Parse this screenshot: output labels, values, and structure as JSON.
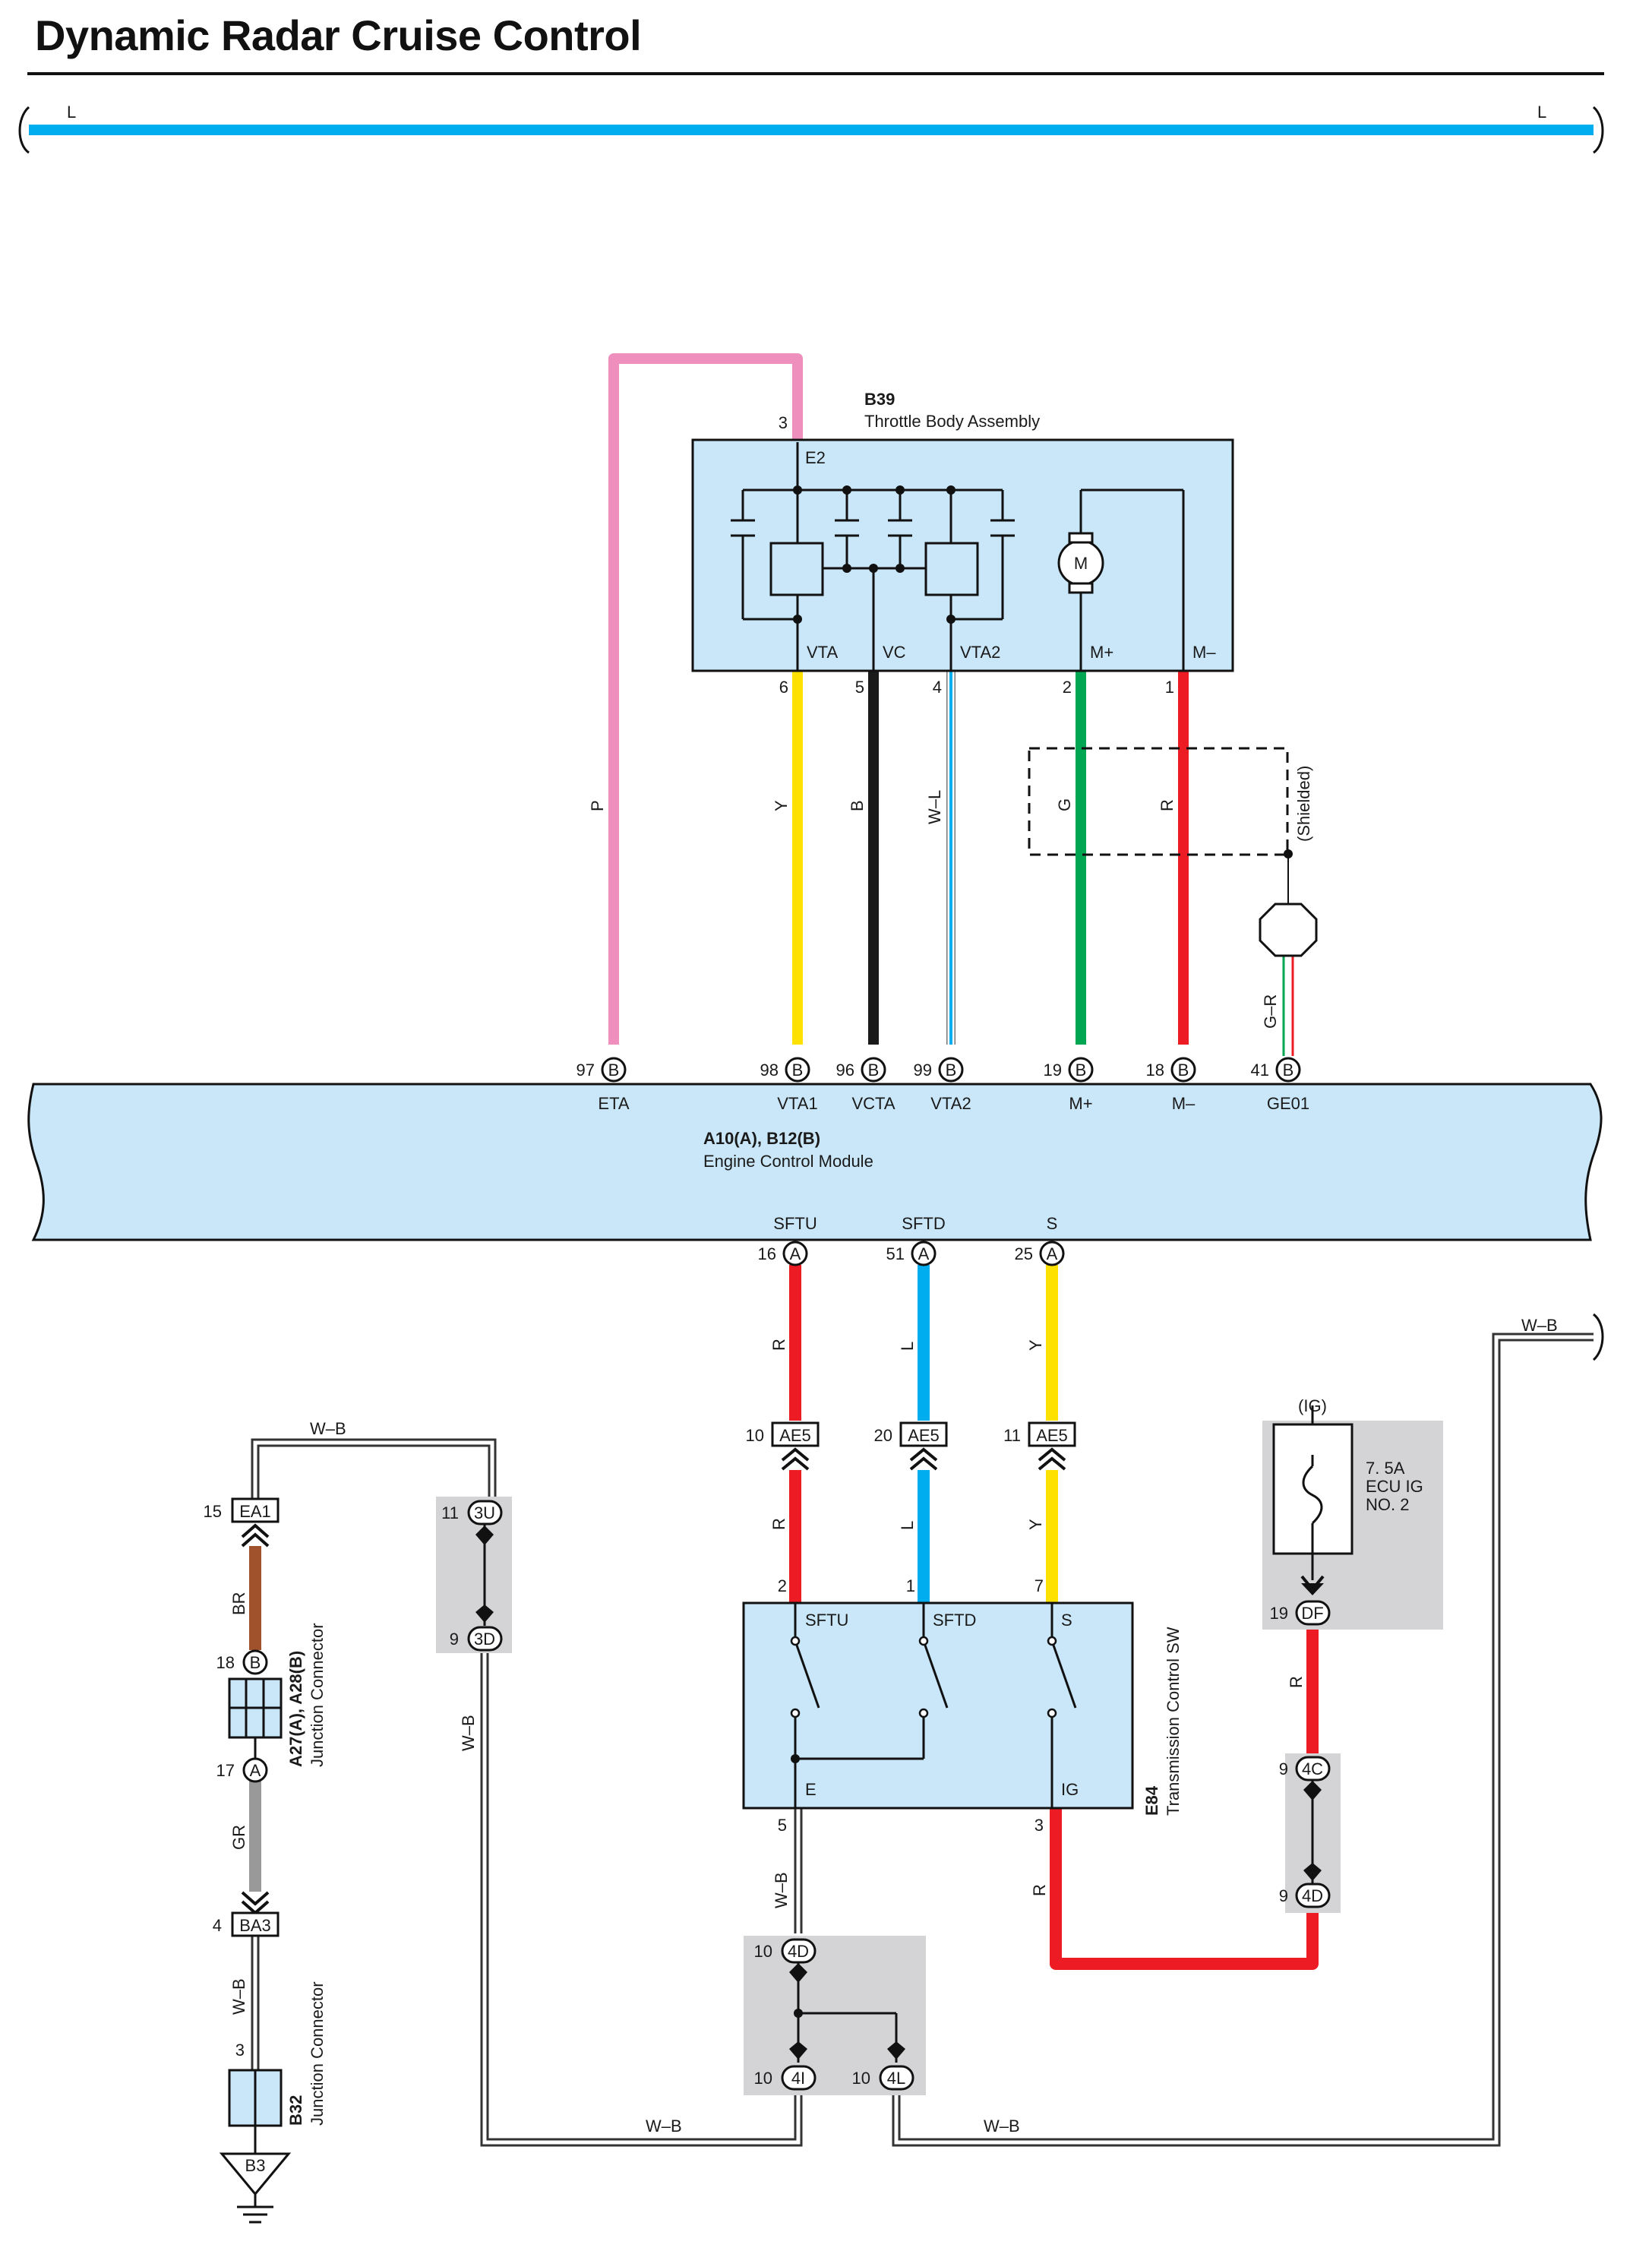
{
  "title": "Dynamic Radar Cruise Control",
  "top_bus": {
    "left_label": "L",
    "right_label": "L",
    "color": "#00aeef"
  },
  "colors": {
    "module_fill": "#c9e7f8",
    "shade": "#d4d4d6",
    "P": "#ee8fbd",
    "Y": "#ffe100",
    "B": "#1a1a1a",
    "L": "#00aeef",
    "G": "#00a651",
    "R": "#ed1c24",
    "BR": "#a0522d",
    "GR": "#999999",
    "W": "#ffffff"
  },
  "throttle": {
    "id": "B39",
    "name": "Throttle Body Assembly",
    "terminals": [
      {
        "label": "E2",
        "pin": "3"
      },
      {
        "label": "VTA",
        "pin": "6"
      },
      {
        "label": "VC",
        "pin": "5"
      },
      {
        "label": "VTA2",
        "pin": "4"
      },
      {
        "label": "M+",
        "pin": "2"
      },
      {
        "label": "M–",
        "pin": "1"
      }
    ],
    "motor_label": "M"
  },
  "ecm": {
    "id": "A10(A), B12(B)",
    "name": "Engine Control Module",
    "top_pins": [
      {
        "pin": "97",
        "conn": "B",
        "label": "ETA"
      },
      {
        "pin": "98",
        "conn": "B",
        "label": "VTA1"
      },
      {
        "pin": "96",
        "conn": "B",
        "label": "VCTA"
      },
      {
        "pin": "99",
        "conn": "B",
        "label": "VTA2"
      },
      {
        "pin": "19",
        "conn": "B",
        "label": "M+"
      },
      {
        "pin": "18",
        "conn": "B",
        "label": "M–"
      },
      {
        "pin": "41",
        "conn": "B",
        "label": "GE01"
      }
    ],
    "bottom_pins": [
      {
        "pin": "16",
        "conn": "A",
        "label": "SFTU"
      },
      {
        "pin": "51",
        "conn": "A",
        "label": "SFTD"
      },
      {
        "pin": "25",
        "conn": "A",
        "label": "S"
      }
    ]
  },
  "wire_labels": {
    "p": "P",
    "y": "Y",
    "b": "B",
    "wl": "W–L",
    "g": "G",
    "r": "R",
    "gr_shield": "G–R",
    "sftu_r1": "R",
    "sftd_l1": "L",
    "s_y1": "Y",
    "sftu_r2": "R",
    "sftd_l2": "L",
    "s_y2": "Y",
    "br": "BR",
    "gr": "GR",
    "wb_top": "W–B",
    "wb_left": "W–B",
    "wb_b32": "W–B",
    "wb_e84": "W–B",
    "r_ig": "R",
    "r_df": "R",
    "wb_bottom1": "W–B",
    "wb_bottom2": "W–B",
    "wb_right": "W–B"
  },
  "shielded": "(Shielded)",
  "ae5": [
    {
      "pin": "10",
      "name": "AE5"
    },
    {
      "pin": "20",
      "name": "AE5"
    },
    {
      "pin": "11",
      "name": "AE5"
    }
  ],
  "switch": {
    "id": "E84",
    "name": "Transmission Control SW",
    "terminals": [
      {
        "label": "SFTU",
        "pin": "2"
      },
      {
        "label": "SFTD",
        "pin": "1"
      },
      {
        "label": "S",
        "pin": "7"
      },
      {
        "label": "E",
        "pin": "5"
      },
      {
        "label": "IG",
        "pin": "3"
      }
    ]
  },
  "fuse": {
    "source": "(IG)",
    "line1": "7. 5A",
    "line2": "ECU IG",
    "line3": "NO. 2",
    "conn_pin": "19",
    "conn_name": "DF"
  },
  "ig_joint": [
    {
      "pin": "9",
      "name": "4C"
    },
    {
      "pin": "9",
      "name": "4D"
    }
  ],
  "ground_joint": [
    {
      "pin": "10",
      "name": "4D"
    },
    {
      "pin": "10",
      "name": "4I"
    },
    {
      "pin": "10",
      "name": "4L"
    }
  ],
  "left_chain": {
    "ea1": {
      "pin": "15",
      "name": "EA1"
    },
    "j3u": {
      "pin": "11",
      "name": "3U"
    },
    "j3d": {
      "pin": "9",
      "name": "3D"
    },
    "junction": {
      "id": "A27(A), A28(B)",
      "name": "Junction Connector",
      "top_pin": "18",
      "top_conn": "B",
      "bottom_pin": "17",
      "bottom_conn": "A"
    },
    "ba3": {
      "pin": "4",
      "name": "BA3"
    },
    "b32": {
      "id": "B32",
      "name": "Junction Connector",
      "pin": "3"
    },
    "ground": "B3"
  }
}
